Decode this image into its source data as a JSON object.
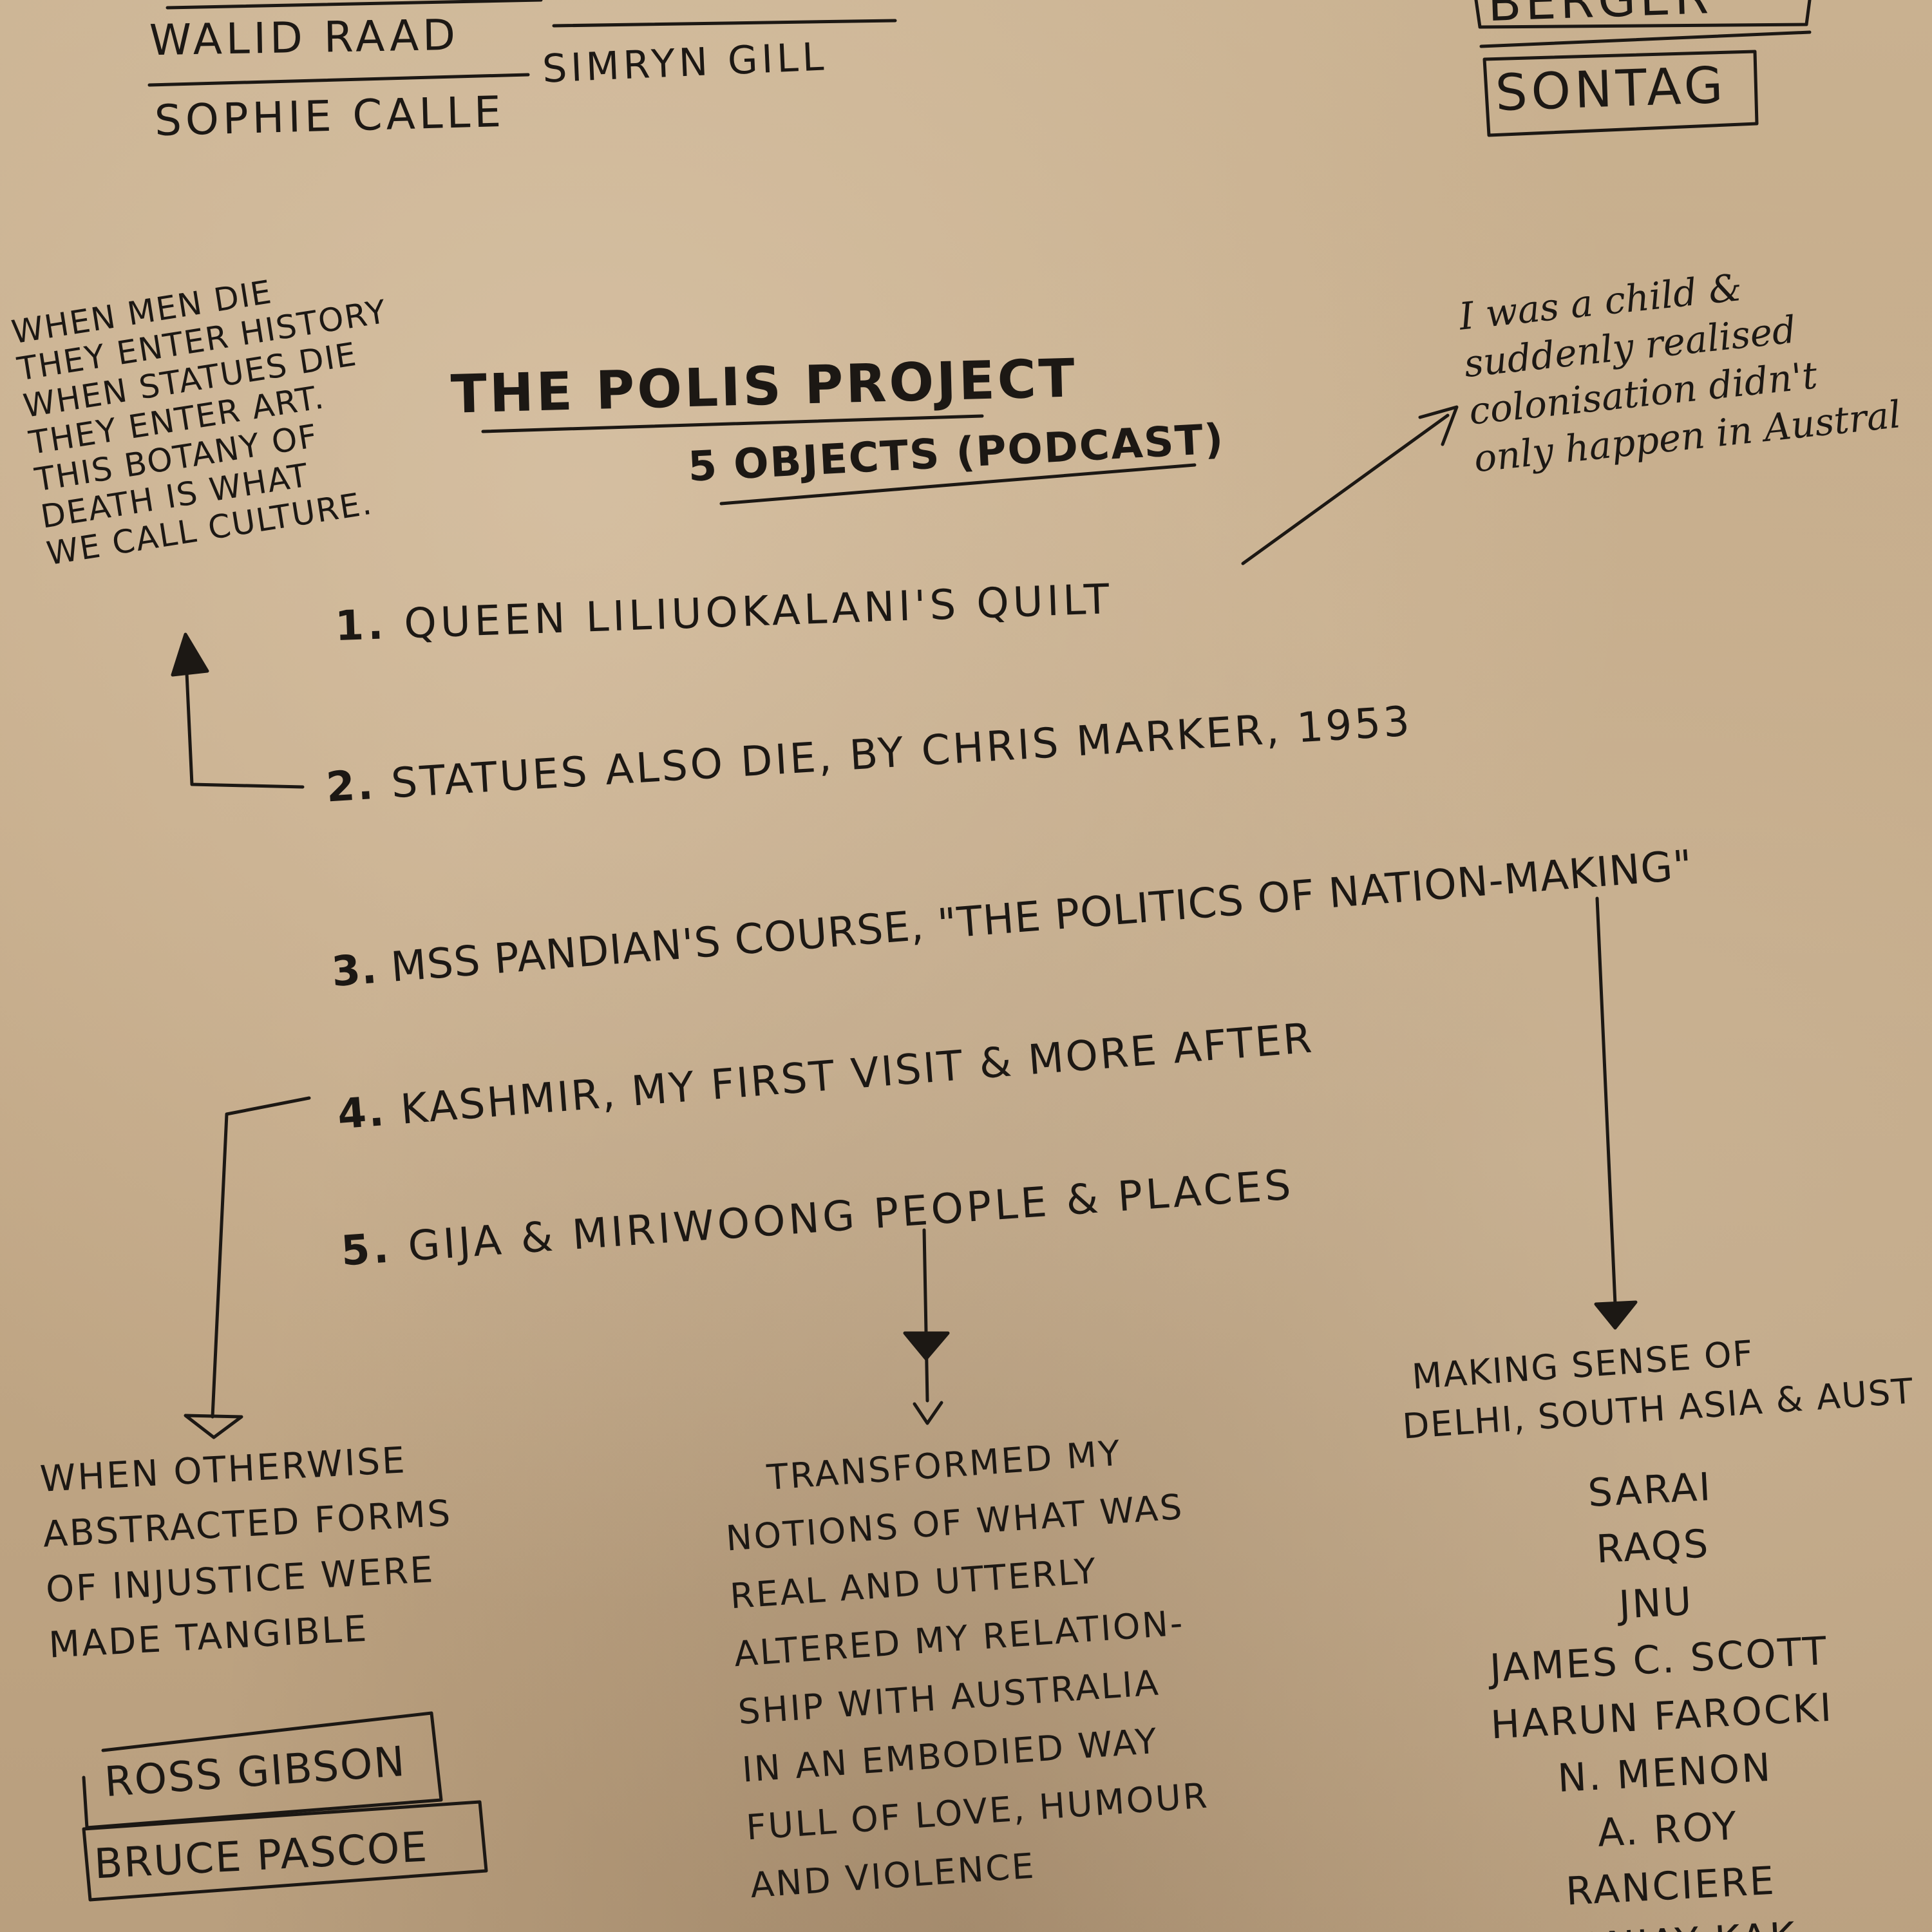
{
  "top_left_names": [
    "WALID RAAD",
    "SOPHIE CALLE"
  ],
  "top_middle_name": "SIMRYN GILL",
  "top_right_boxes": [
    "BERGER",
    "SONTAG"
  ],
  "quote_lines": [
    "WHEN MEN DIE",
    "THEY ENTER HISTORY",
    "WHEN STATUES DIE",
    "THEY ENTER ART.",
    "THIS BOTANY OF",
    "DEATH IS WHAT",
    "WE CALL CULTURE."
  ],
  "title": "THE POLIS PROJECT",
  "subtitle": "5 OBJECTS (PODCAST)",
  "childhood_note_lines": [
    "I was a child &",
    "suddenly realised",
    "colonisation didn't",
    "only happen in Austral"
  ],
  "objects": [
    {
      "num": "1.",
      "text": "QUEEN LILIUOKALANI'S QUILT"
    },
    {
      "num": "2.",
      "text": "STATUES ALSO DIE, BY CHRIS MARKER, 1953"
    },
    {
      "num": "3.",
      "text": "MSS PANDIAN'S COURSE, \"THE POLITICS OF NATION-MAKING\""
    },
    {
      "num": "4.",
      "text": "KASHMIR, MY FIRST VISIT & MORE AFTER"
    },
    {
      "num": "5.",
      "text": "GIJA & MIRIWOONG PEOPLE & PLACES"
    }
  ],
  "injustice_lines": [
    "WHEN OTHERWISE",
    "ABSTRACTED FORMS",
    "OF INJUSTICE WERE",
    "MADE TANGIBLE"
  ],
  "bottom_left_boxes": [
    "ROSS GIBSON",
    "BRUCE PASCOE"
  ],
  "transformed_lines": [
    "TRANSFORMED MY",
    "NOTIONS OF WHAT WAS",
    "REAL AND UTTERLY",
    "ALTERED MY RELATION-",
    "SHIP WITH AUSTRALIA",
    "IN AN EMBODIED WAY",
    "FULL OF LOVE, HUMOUR",
    "AND VIOLENCE"
  ],
  "making_sense_lines": [
    "MAKING SENSE OF",
    "DELHI, SOUTH ASIA & AUST"
  ],
  "influences": [
    "SARAI",
    "RAQS",
    "JNU",
    "JAMES C. SCOTT",
    "HARUN FAROCKI",
    "N. MENON",
    "A. ROY",
    "RANCIERE",
    "SANJAY KAK"
  ]
}
